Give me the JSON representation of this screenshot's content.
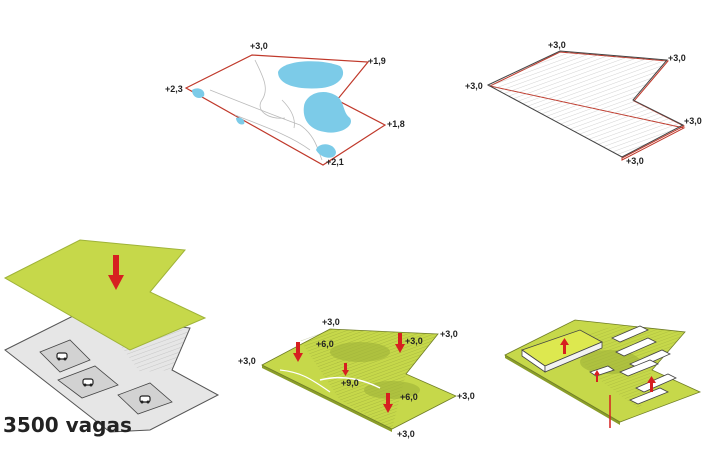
{
  "colors": {
    "site_outline": "#c0392b",
    "water": "#7ccbe8",
    "grass": "#c6d84a",
    "grass_dark": "#9fb338",
    "hatch": "#9a9a9a",
    "arrow": "#d62020",
    "slab": "#e4e4e4"
  },
  "panel_existing": {
    "levels": [
      "+3,0",
      "+1,9",
      "+2,3",
      "+1,8",
      "+2,1"
    ]
  },
  "panel_leveled": {
    "levels": [
      "+3,0",
      "+3,0",
      "+3,0",
      "+3,0",
      "+3,0"
    ]
  },
  "panel_parking": {
    "caption": "3500 vagas",
    "parking_icons": [
      "car-icon",
      "car-icon",
      "car-icon"
    ]
  },
  "panel_excavation": {
    "levels": [
      "+3,0",
      "+3,0",
      "+3,0",
      "+3,0",
      "+6,0",
      "+3,0",
      "+9,0",
      "+6,0"
    ]
  },
  "panel_buildings": {}
}
